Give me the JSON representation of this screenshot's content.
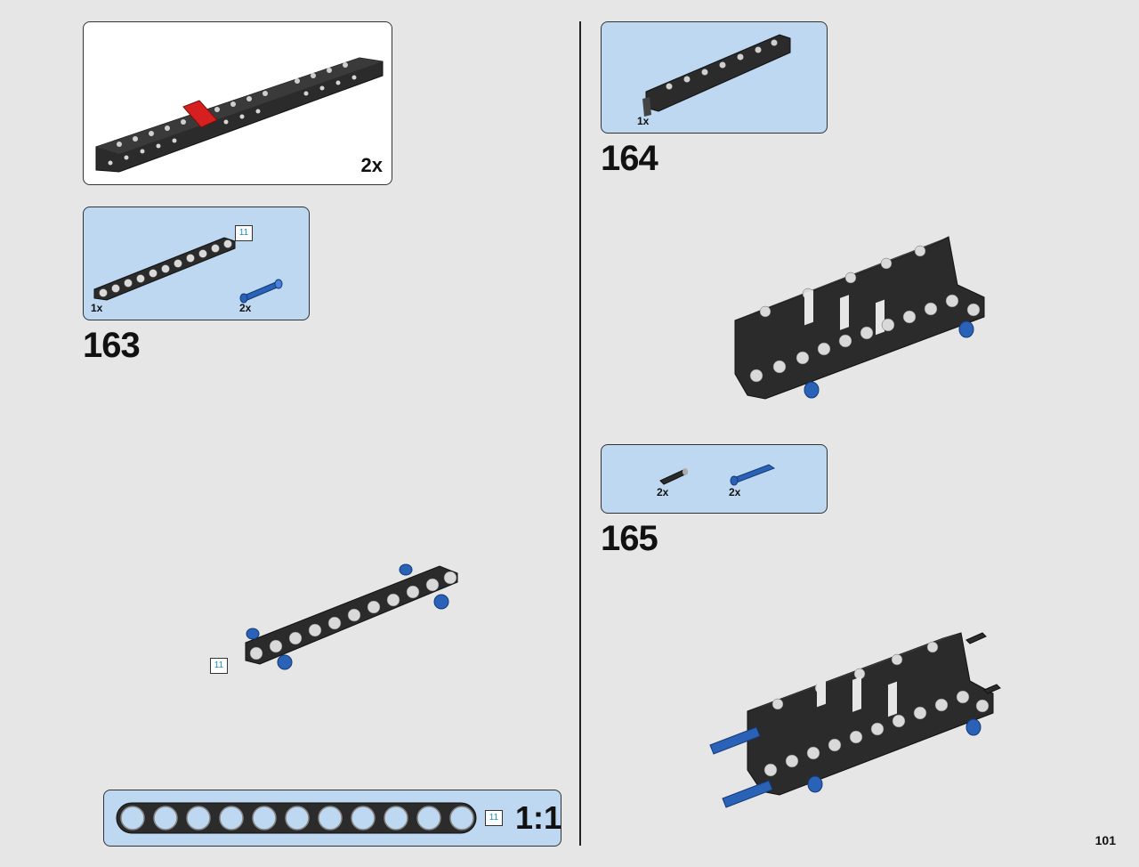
{
  "page": {
    "number": "101"
  },
  "top_callout": {
    "multiplier": "2x"
  },
  "step163": {
    "number": "163",
    "parts": [
      {
        "name": "beam-11",
        "qty": "1x",
        "length": "11"
      },
      {
        "name": "blue-pin",
        "qty": "2x"
      }
    ],
    "assembly_length": "11"
  },
  "step164": {
    "number": "164",
    "parts": [
      {
        "name": "frame-assembly",
        "qty": "1x"
      }
    ]
  },
  "step165": {
    "number": "165",
    "parts": [
      {
        "name": "black-pin",
        "qty": "2x"
      },
      {
        "name": "blue-axle-pin",
        "qty": "2x"
      }
    ]
  },
  "scale_ruler": {
    "length": "11",
    "scale": "1:1",
    "holes": 11
  },
  "colors": {
    "background": "#e6e6e6",
    "callout_blue": "#bdd8f0",
    "beam": "#2b2b2b",
    "pin_blue": "#2a62b8",
    "red_part": "#d61f1f",
    "length_text": "#1a8fc2"
  }
}
